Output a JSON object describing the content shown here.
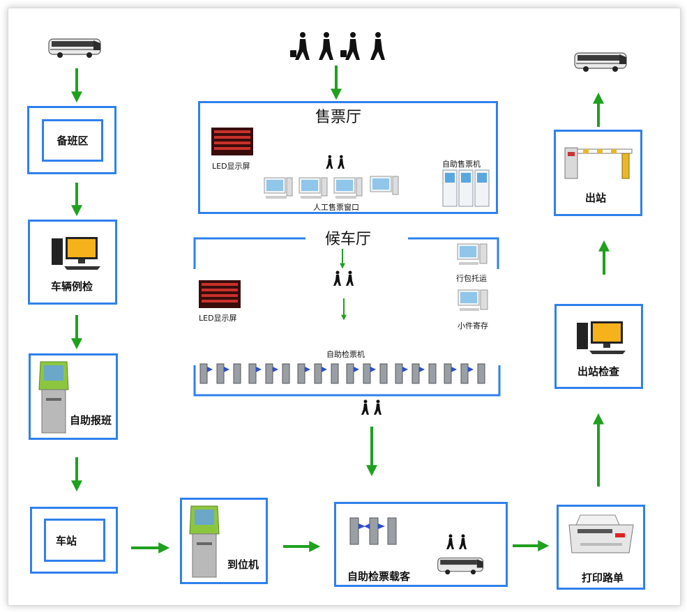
{
  "left_column": {
    "standby": "备班区",
    "inspection": "车辆例检",
    "self_report": "自助报班",
    "station": "车站"
  },
  "bottom_row": {
    "arrival": "到位机",
    "self_check_board": "自助检票载客",
    "print_waybill": "打印路单"
  },
  "right_column": {
    "exit_check": "出站检查",
    "exit": "出站"
  },
  "ticket_hall": {
    "title": "售票厅",
    "led": "LED显示屏",
    "self_ticket_machine": "自助售票机",
    "manual_window": "人工售票窗口"
  },
  "waiting_hall": {
    "title": "候车厅",
    "led": "LED显示屏",
    "luggage": "行包托运",
    "storage": "小件寄存",
    "self_check_machine": "自助检票机"
  },
  "colors": {
    "box_border": "#2f80ed",
    "arrow": "#1fa01f"
  }
}
